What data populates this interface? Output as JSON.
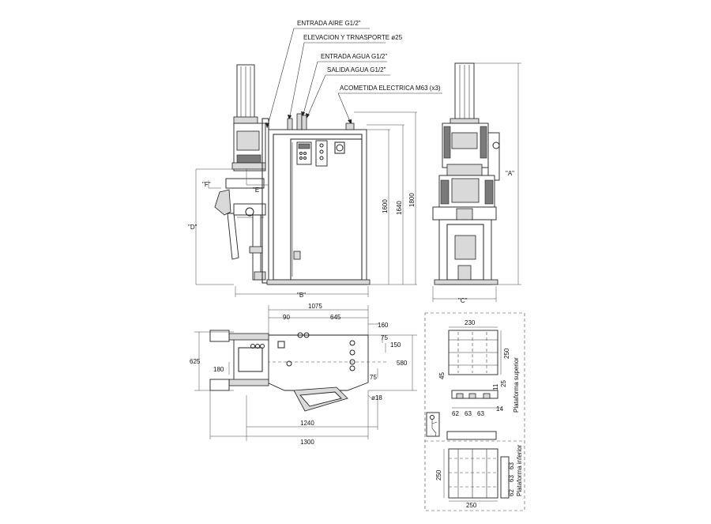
{
  "callouts": {
    "air_inlet": "ENTRADA AIRE G1/2\"",
    "lift_transport": "ELEVACION Y TRNASPORTE ø25",
    "water_inlet": "ENTRADA AGUA G1/2\"",
    "water_outlet": "SALIDA AGUA G1/2\"",
    "electric_feed": "ACOMETIDA ELECTRICA M63 (x3)"
  },
  "front_view": {
    "dim_F": "\"F\"",
    "dim_E": "\"E\"",
    "dim_D": "\"D\"",
    "dim_B": "\"B\"",
    "h_1600": "1600",
    "h_1640": "1640",
    "h_1800": "1800"
  },
  "side_view": {
    "dim_A": "\"A\"",
    "dim_C": "\"C\""
  },
  "plan_view": {
    "d_1075": "1075",
    "d_90": "90",
    "d_645": "645",
    "d_160": "160",
    "d_75a": "75",
    "d_150": "150",
    "d_580": "580",
    "d_75b": "75",
    "d_625": "625",
    "d_180": "180",
    "d_o18": "ø18",
    "d_1240": "1240",
    "d_1300": "1300"
  },
  "upper_platform": {
    "title": "Plataforma superior",
    "d_230": "230",
    "d_250": "250",
    "d_45": "45",
    "d_11": "11",
    "d_25": "25",
    "d_62": "62",
    "d_63a": "63",
    "d_63b": "63",
    "d_14": "14"
  },
  "lower_platform": {
    "title": "Plataforma inferior",
    "d_250v": "250",
    "d_250h": "250",
    "d_63a": "63",
    "d_63b": "63",
    "d_62": "62"
  }
}
